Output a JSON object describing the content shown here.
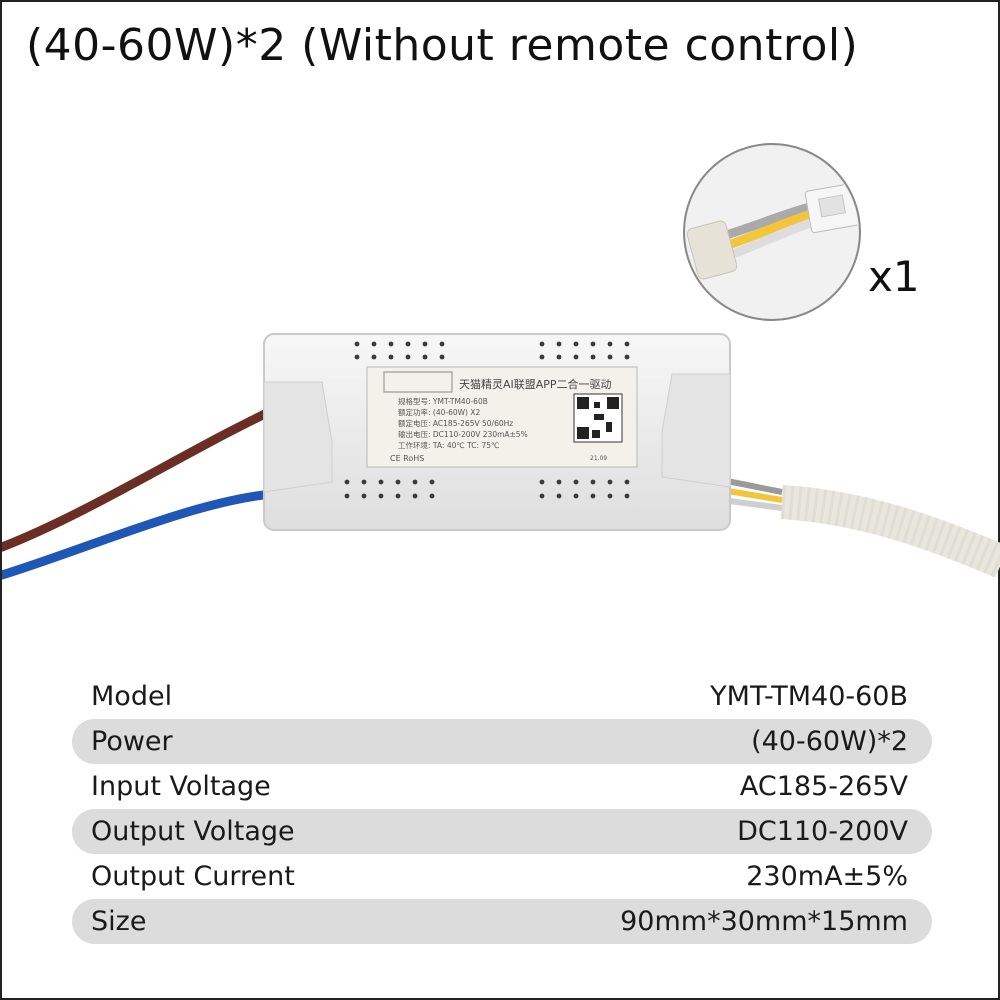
{
  "title": "(40-60W)*2 (Without remote control)",
  "product": {
    "quantity_label": "x1",
    "label_header": "天猫精灵AI联盟APP二合一驱动",
    "label_lines": [
      "规格型号: YMT-TM40-60B",
      "额定功率: (40-60W) X2",
      "额定电压: AC185-265V 50/60Hz",
      "输出电压: DC110-200V 230mA±5%",
      "工作环境: TA: 40℃ TC: 75℃"
    ],
    "cert_marks": "CE  RoHS",
    "date_code": "21.09"
  },
  "specs": [
    {
      "label": "Model",
      "value": "YMT-TM40-60B"
    },
    {
      "label": "Power",
      "value": "(40-60W)*2"
    },
    {
      "label": "Input Voltage",
      "value": "AC185-265V"
    },
    {
      "label": "Output Voltage",
      "value": "DC110-200V"
    },
    {
      "label": "Output Current",
      "value": "230mA±5%"
    },
    {
      "label": "Size",
      "value": "90mm*30mm*15mm"
    }
  ],
  "colors": {
    "row_shade": "#dcdcdc",
    "wire_brown": "#6b2e25",
    "wire_blue": "#1e57b5",
    "wire_yellow": "#f2c53b",
    "wire_gray": "#9a9a9a",
    "housing": "#eeeeee"
  }
}
